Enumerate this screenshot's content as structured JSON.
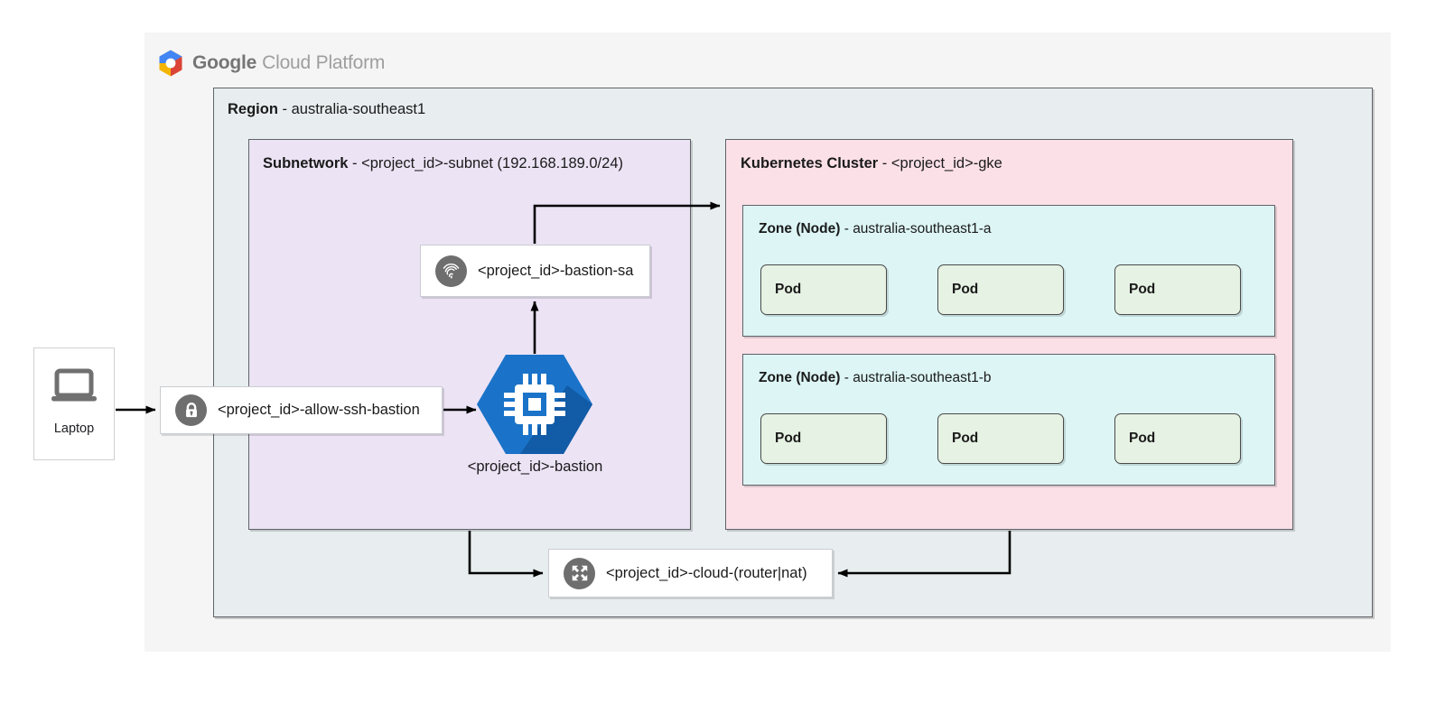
{
  "brand": {
    "logo_icon": "gcp-hexagon-logo",
    "word_primary": "Google",
    "word_secondary": "Cloud Platform"
  },
  "region": {
    "label": "Region",
    "separator": " - ",
    "value": "australia-southeast1"
  },
  "subnetwork": {
    "label": "Subnetwork",
    "separator": " - ",
    "value": "<project_id>-subnet (192.168.189.0/24)"
  },
  "cluster": {
    "label": "Kubernetes Cluster",
    "separator": " - ",
    "value": "<project_id>-gke",
    "zones": [
      {
        "label": "Zone (Node)",
        "separator": " - ",
        "value": "australia-southeast1-a",
        "pods": [
          "Pod",
          "Pod",
          "Pod"
        ]
      },
      {
        "label": "Zone (Node)",
        "separator": " - ",
        "value": "australia-southeast1-b",
        "pods": [
          "Pod",
          "Pod",
          "Pod"
        ]
      }
    ]
  },
  "nodes": {
    "laptop": {
      "label": "Laptop",
      "icon": "laptop-icon"
    },
    "firewall_rule": {
      "label": "<project_id>-allow-ssh-bastion",
      "icon": "lock-icon"
    },
    "service_account": {
      "label": "<project_id>-bastion-sa",
      "icon": "fingerprint-icon"
    },
    "bastion_vm": {
      "label": "<project_id>-bastion",
      "icon": "compute-engine-chip-icon"
    },
    "cloud_router_nat": {
      "label": "<project_id>-cloud-(router|nat)",
      "icon": "nat-expand-arrows-icon"
    }
  },
  "colors": {
    "page_background": "#ffffff",
    "gcp_panel": "#f5f5f5",
    "region_fill": "#e8edf0",
    "subnetwork_fill": "#ece3f5",
    "cluster_fill": "#fbe0e8",
    "zone_fill": "#ddf5f5",
    "pod_fill": "#e6f2e3",
    "border": "#5f6368",
    "bastion_hex": "#1a73c8",
    "bastion_hex_shadow": "#1257a0",
    "icon_circle": "#6e6e6e",
    "laptop_icon": "#707070",
    "logo_blue": "#4285f4",
    "logo_red": "#db4437",
    "logo_yellow": "#f4b400",
    "logo_green": "#0f9d58",
    "arrow": "#000000"
  }
}
